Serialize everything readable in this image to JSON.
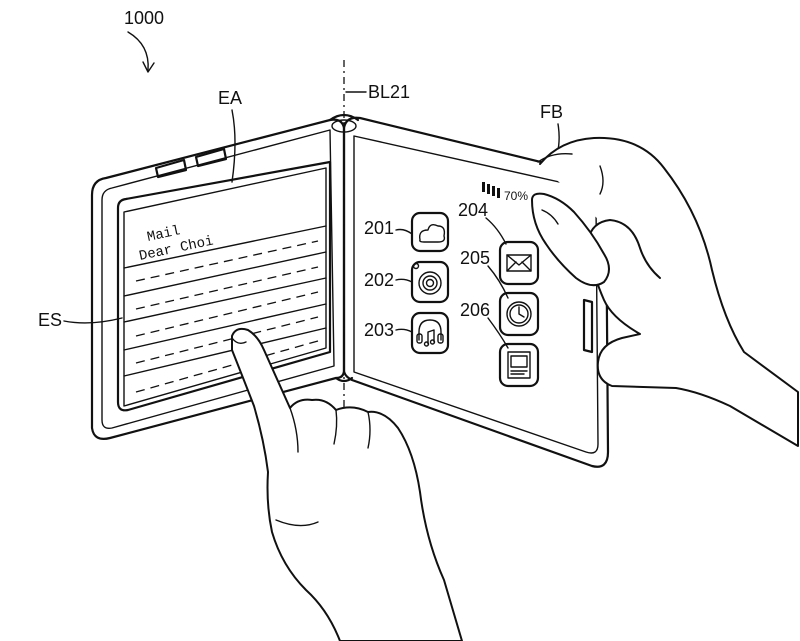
{
  "figure_number": "1000",
  "labels": {
    "ea": "EA",
    "bl": "BL21",
    "fb": "FB",
    "es": "ES",
    "icon_201": "201",
    "icon_202": "202",
    "icon_203": "203",
    "icon_204": "204",
    "icon_205": "205",
    "icon_206": "206"
  },
  "screen": {
    "mail_title": "Mail",
    "mail_greeting": "Dear Choi",
    "battery": "70%"
  },
  "icons": [
    "cloud-icon",
    "target-icon",
    "headphones-music-icon",
    "envelope-icon",
    "clock-icon",
    "picture-icon"
  ]
}
